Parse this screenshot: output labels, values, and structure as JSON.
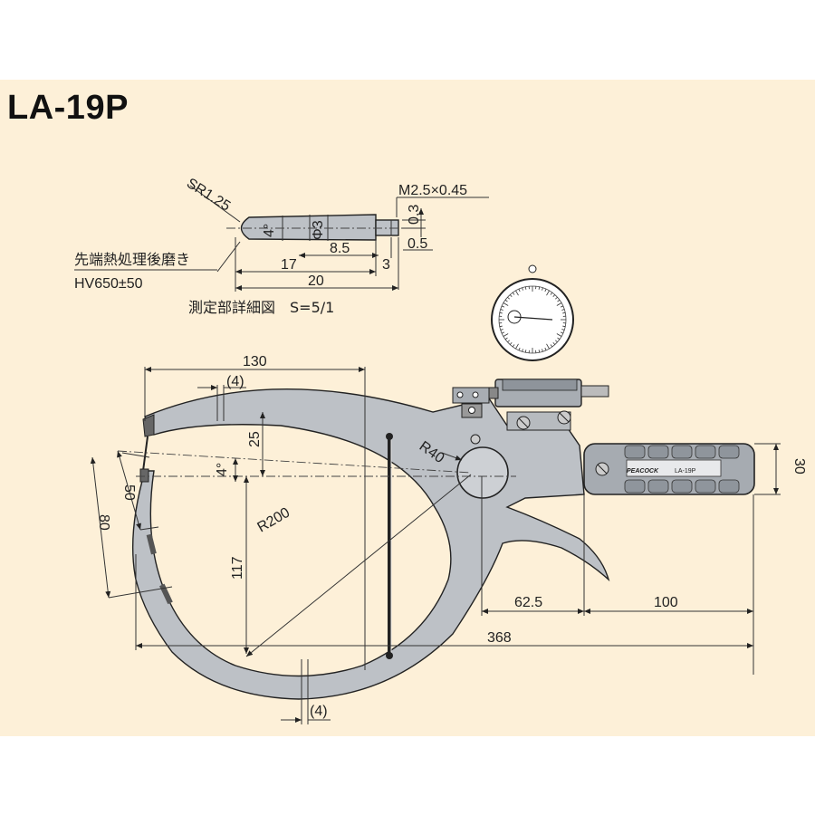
{
  "title": "LA-19P",
  "detail": {
    "sr": "SR1.25",
    "thread": "M2.5×0.45",
    "angle": "4°",
    "dia": "Φ3",
    "d03": "0.3",
    "d05": "0.5",
    "d85": "8.5",
    "d17": "17",
    "d3": "3",
    "d20": "20",
    "note1": "先端熱処理後磨き",
    "note2": "HV650±50",
    "caption": "測定部詳細図　S=5/1"
  },
  "dims": {
    "d130": "130",
    "d4top": "(4)",
    "d25": "25",
    "d4deg": "4°",
    "d50": "50",
    "d80": "80",
    "r200": "R200",
    "r40": "R40",
    "d117": "117",
    "d625": "62.5",
    "d100": "100",
    "d368": "368",
    "d30": "30",
    "d4bot": "(4)"
  },
  "brand": {
    "logo": "PEACOCK",
    "model": "LA-19P"
  }
}
